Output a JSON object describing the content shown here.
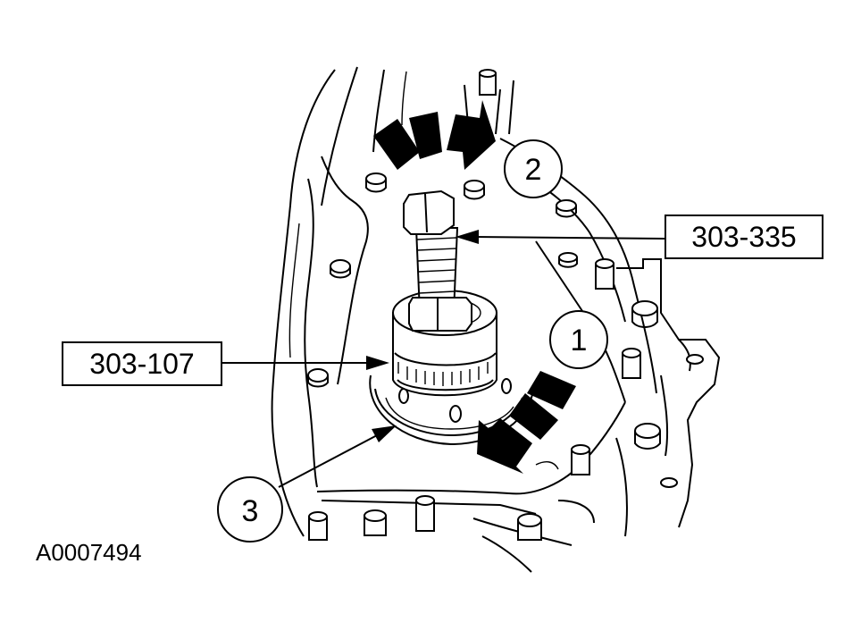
{
  "figure_id": "A0007494",
  "tools": [
    {
      "label": "303-335"
    },
    {
      "label": "303-107"
    }
  ],
  "callouts": [
    {
      "label": "1"
    },
    {
      "label": "2"
    },
    {
      "label": "3"
    }
  ],
  "colors": {
    "ink": "#000000",
    "paper": "#ffffff"
  }
}
